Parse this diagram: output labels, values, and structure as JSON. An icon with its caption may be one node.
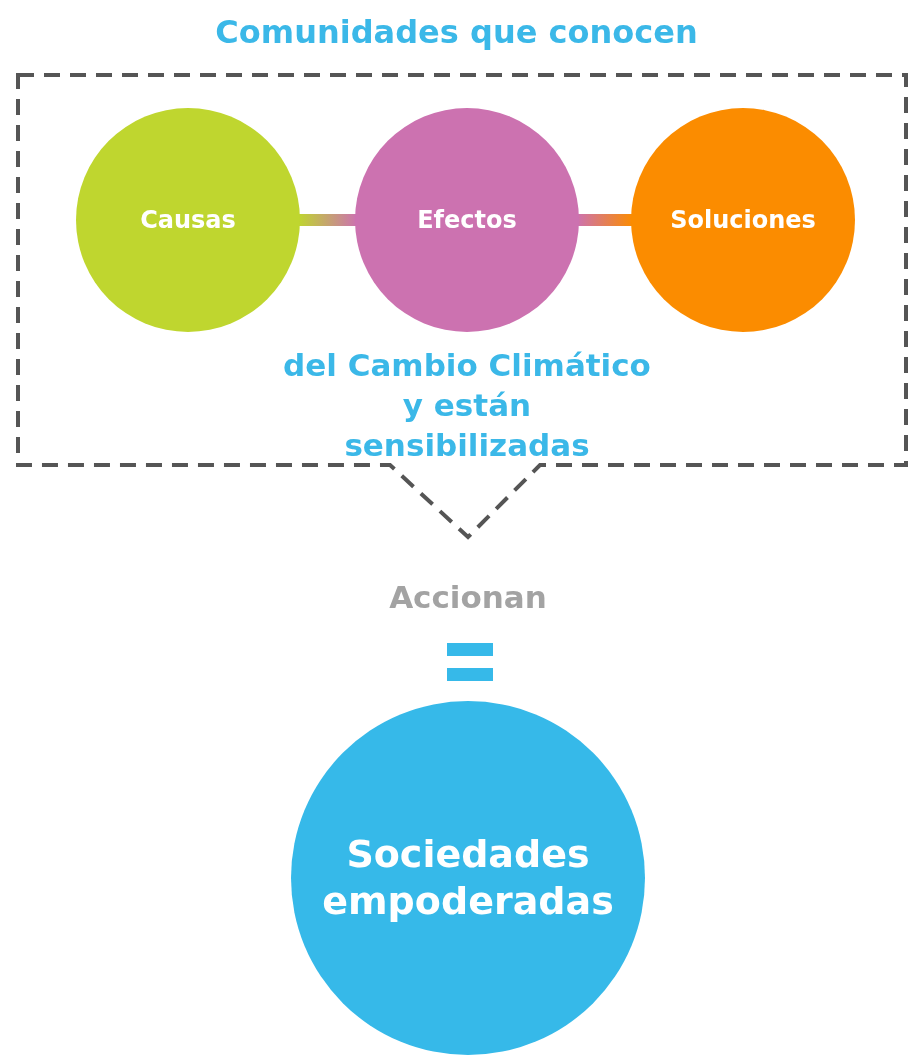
{
  "diagram": {
    "nodes": [
      {
        "text": [
          "Comunidades que conocen",
          "del Cambio Climático y están sensibilizadas"
        ]
      },
      {
        "text": [
          "Causas"
        ],
        "in": 0
      },
      {
        "text": [
          "Efectos"
        ],
        "in": 0
      },
      {
        "text": [
          "Soluciones"
        ],
        "in": 0
      },
      {
        "text": [
          "Sociedades empoderadas"
        ]
      }
    ],
    "edges": [
      {
        "from": 1,
        "to": 2,
        "arrow": "none"
      },
      {
        "from": 2,
        "to": 3,
        "arrow": "none"
      }
    ],
    "labels": [
      "Accionan"
    ]
  }
}
